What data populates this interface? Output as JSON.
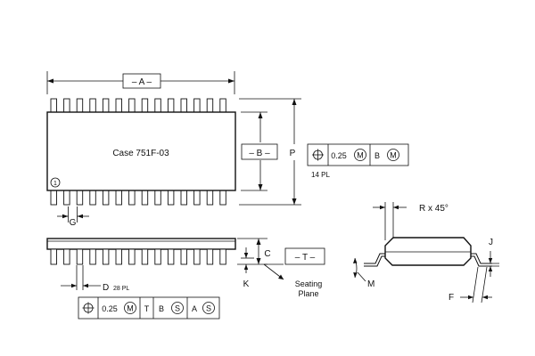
{
  "diagram": {
    "package_label": "Case 751F-03",
    "pin1_marker": "1",
    "dimensions": {
      "A": "– A –",
      "B": "– B –",
      "T": "– T –",
      "P": "P",
      "C": "C",
      "G": "G",
      "K": "K",
      "D": "D",
      "D_note": "28 PL",
      "J": "J",
      "M": "M",
      "F": "F",
      "R": "R x 45°"
    },
    "seating_plane": [
      "Seating",
      "Plane"
    ],
    "tolerance_frame_top": {
      "cells": [
        "0.25",
        "M",
        "B",
        "M"
      ],
      "note": "14 PL"
    },
    "tolerance_frame_bottom": {
      "cells": [
        "0.25",
        "M",
        "T",
        "B",
        "S",
        "A",
        "S"
      ]
    }
  }
}
